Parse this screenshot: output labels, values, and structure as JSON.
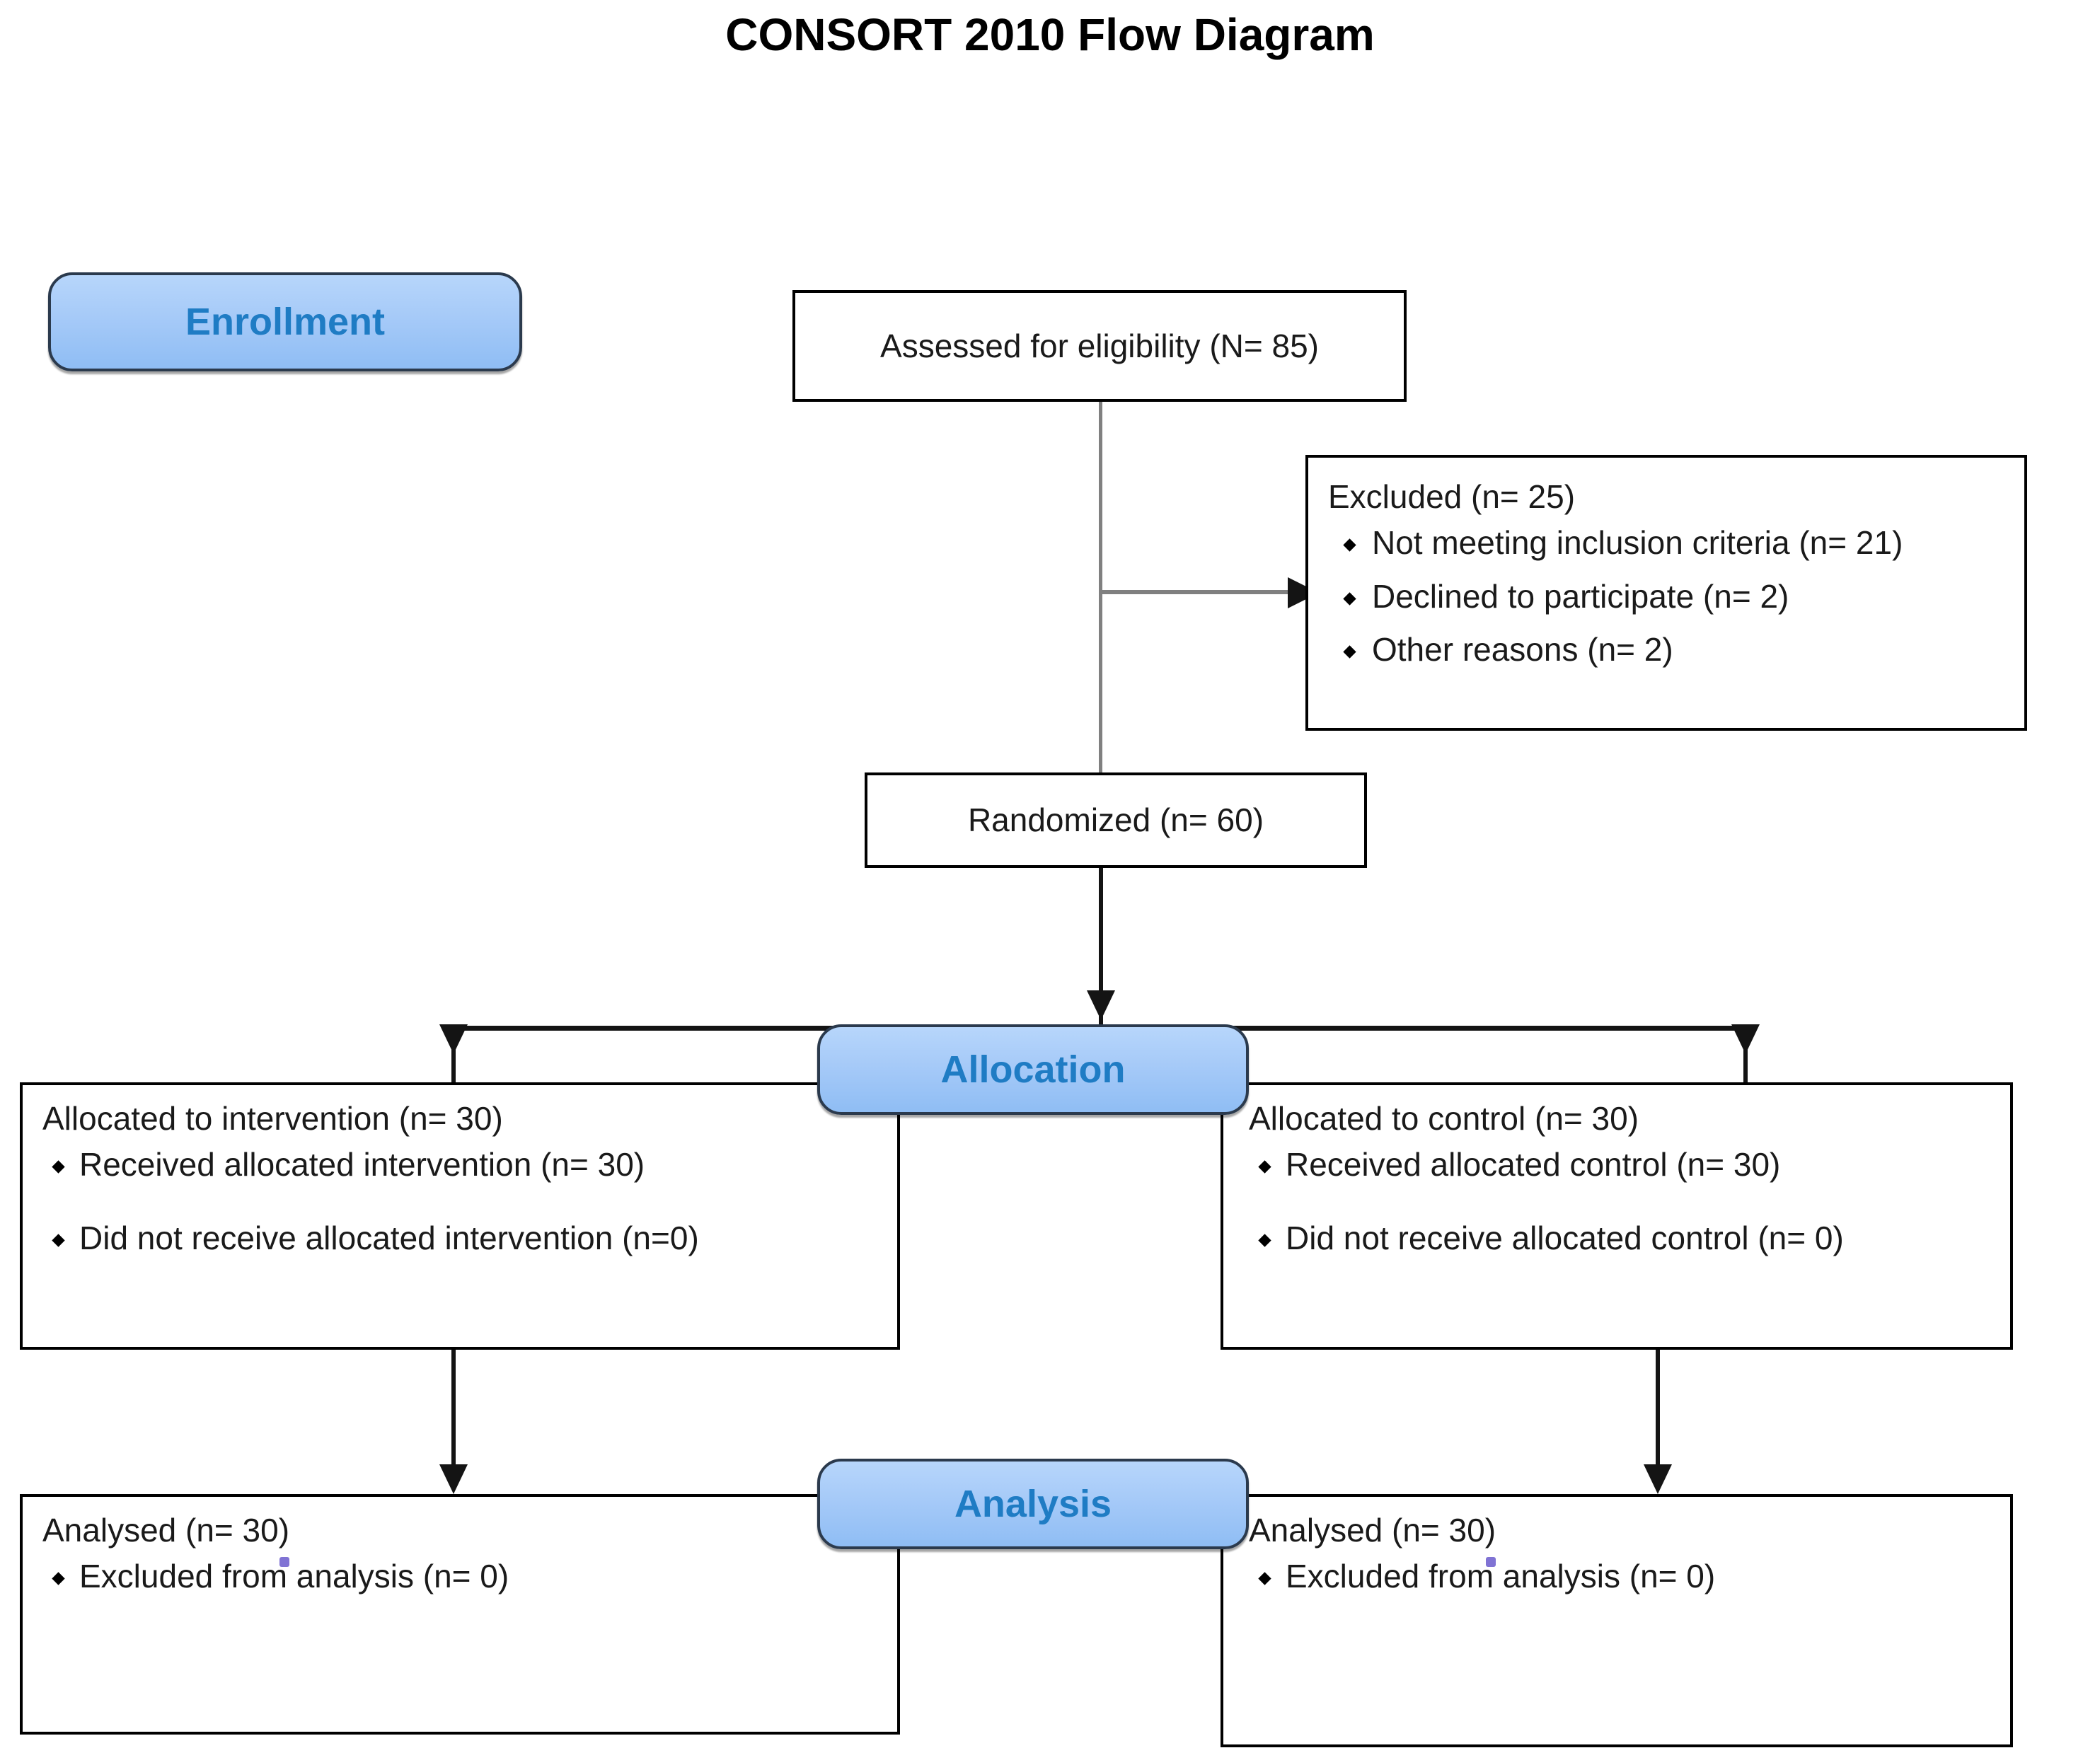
{
  "title": "CONSORT 2010 Flow Diagram",
  "stages": {
    "enrollment": "Enrollment",
    "allocation": "Allocation",
    "analysis": "Analysis"
  },
  "nodes": {
    "eligibility": {
      "text": "Assessed for eligibility (N= 85)"
    },
    "excluded": {
      "heading": "Excluded (n= 25)",
      "items": [
        "Not meeting inclusion criteria (n= 21)",
        "Declined to participate (n= 2)",
        "Other reasons (n= 2)"
      ]
    },
    "randomized": {
      "text": "Randomized (n= 60)"
    },
    "allocated_intervention": {
      "heading": "Allocated to intervention (n= 30)",
      "items": [
        "Received allocated intervention (n= 30)",
        "Did not receive allocated intervention (n=0)"
      ]
    },
    "allocated_control": {
      "heading": "Allocated to control (n= 30)",
      "items": [
        "Received allocated control (n= 30)",
        "Did not receive allocated control (n= 0)"
      ]
    },
    "analysed_intervention": {
      "heading": "Analysed (n= 30)",
      "items": [
        "Excluded from analysis (n= 0)"
      ]
    },
    "analysed_control": {
      "heading": "Analysed (n= 30)",
      "items": [
        "Excluded from analysis (n= 0)"
      ]
    }
  },
  "colors": {
    "badge_fill": "#a6caf8",
    "badge_text": "#1f7cc4",
    "badge_border": "#2b3a4d",
    "box_border": "#000000",
    "connector": "#808080",
    "arrow": "#141414"
  }
}
